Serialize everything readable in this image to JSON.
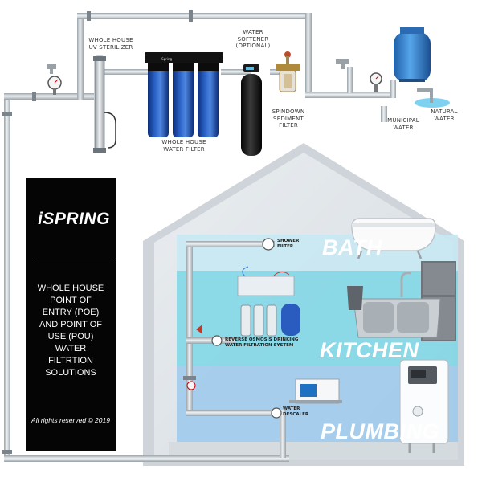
{
  "components": {
    "uv_sterilizer": [
      "WHOLE HOUSE",
      "UV STERILIZER"
    ],
    "water_softener": [
      "WATER",
      "SOFTENER",
      "(OPTIONAL)"
    ],
    "whole_house_filter": [
      "WHOLE HOUSE",
      "WATER FILTER"
    ],
    "spindown_filter": [
      "SPINDOWN",
      "SEDIMENT",
      "FILTER"
    ],
    "municipal_water": [
      "MUNICIPAL",
      "WATER"
    ],
    "natural_water": [
      "NATURAL",
      "WATER"
    ],
    "shower_filter": [
      "SHOWER",
      "FILTER"
    ],
    "ro_system": [
      "REVERSE OSMOSIS DRINKING",
      "WATER FILTRATION SYSTEM"
    ],
    "water_descaler": [
      "WATER",
      "DESCALER"
    ]
  },
  "rooms": {
    "bath": "BATH",
    "kitchen": "KITCHEN",
    "plumbing": "PLUMBING"
  },
  "brand": {
    "logo_text": "iSPRING",
    "filter_cap_text": "iSpring",
    "tagline": [
      "WHOLE HOUSE",
      "POINT OF",
      "ENTRY (POE)",
      "AND POINT OF",
      "USE (POU)",
      "WATER",
      "FILTRTION",
      "SOLUTIONS"
    ],
    "copyright": "All rights reserved © 2019"
  },
  "colors": {
    "pipe": "#c9cfd4",
    "pipe_outline": "#8d969d",
    "filter_blue": "#1f4fae",
    "tank_blue": "#2e7fd0",
    "panel_black": "#050505",
    "bath_band": "#c7e9f3",
    "kitchen_band": "#7dd6e6",
    "plumbing_band": "#9cc9ec"
  }
}
